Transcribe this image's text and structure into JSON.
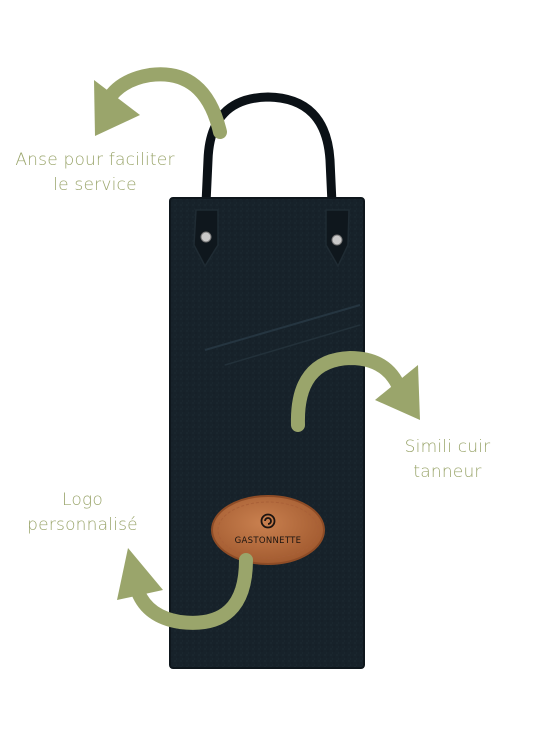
{
  "colors": {
    "accent": "#9aa56b",
    "bag": "#17222a",
    "bag_edge": "#0e161c",
    "handle": "#0b1116",
    "patch": "#b86a3c",
    "patch_dark": "#8e4c26",
    "logo_ink": "#1c1410"
  },
  "annotations": {
    "handle": {
      "line1": "Anse pour faciliter",
      "line2": "le service",
      "icon": "curved-arrow-icon"
    },
    "material": {
      "line1": "Simili cuir",
      "line2": "tanneur",
      "icon": "curved-arrow-icon"
    },
    "logo": {
      "line1": "Logo",
      "line2": "personnalisé",
      "icon": "curved-arrow-icon"
    }
  },
  "product": {
    "brand": "GASTONNETTE",
    "logo_icon": "swirl-logo-icon"
  }
}
